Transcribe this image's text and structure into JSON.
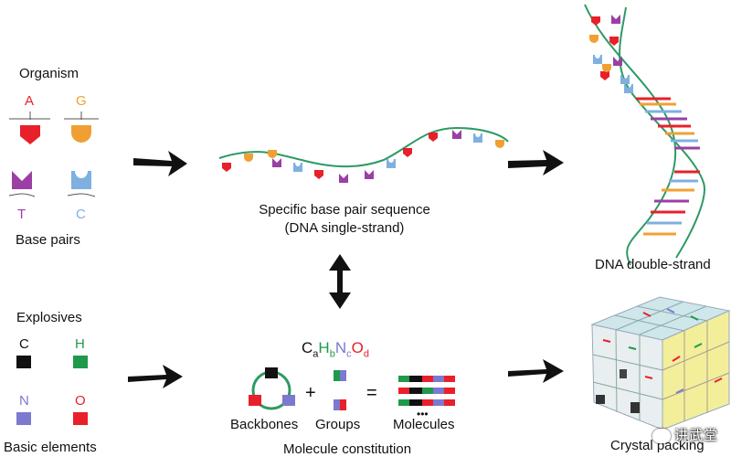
{
  "top": {
    "organism_label": "Organism",
    "base_pairs_label": "Base pairs",
    "bases": [
      {
        "letter": "A",
        "shape": "pentagon",
        "color": "#e8202a"
      },
      {
        "letter": "G",
        "shape": "half-circle",
        "color": "#f0a033"
      },
      {
        "letter": "T",
        "shape": "notched",
        "color": "#9b3fa5"
      },
      {
        "letter": "C",
        "shape": "cup",
        "color": "#7fb0e0"
      }
    ],
    "single_strand_caption_line1": "Specific base pair sequence",
    "single_strand_caption_line2": "(DNA single-strand)",
    "double_strand_caption": "DNA double-strand"
  },
  "bottom": {
    "explosives_label": "Explosives",
    "basic_elements_label": "Basic elements",
    "elements": [
      {
        "letter": "C",
        "color": "#111111"
      },
      {
        "letter": "H",
        "color": "#1f9a4a"
      },
      {
        "letter": "N",
        "color": "#7b79d0"
      },
      {
        "letter": "O",
        "color": "#e8202a"
      }
    ],
    "formula": {
      "parts": [
        {
          "sym": "C",
          "sub": "a",
          "color": "#111111"
        },
        {
          "sym": "H",
          "sub": "b",
          "color": "#1f9a4a"
        },
        {
          "sym": "N",
          "sub": "c",
          "color": "#7b79d0"
        },
        {
          "sym": "O",
          "sub": "d",
          "color": "#e8202a"
        }
      ]
    },
    "backbones_label": "Backbones",
    "groups_label": "Groups",
    "molecules_label": "Molecules",
    "plus_sign": "+",
    "equals_sign": "=",
    "ellipsis": "•••",
    "molecule_constitution_label": "Molecule constitution",
    "crystal_packing_label": "Crystal packing"
  },
  "watermark": "讲武堂",
  "colors": {
    "strand_green": "#2e9a63",
    "arrow": "#111111"
  }
}
